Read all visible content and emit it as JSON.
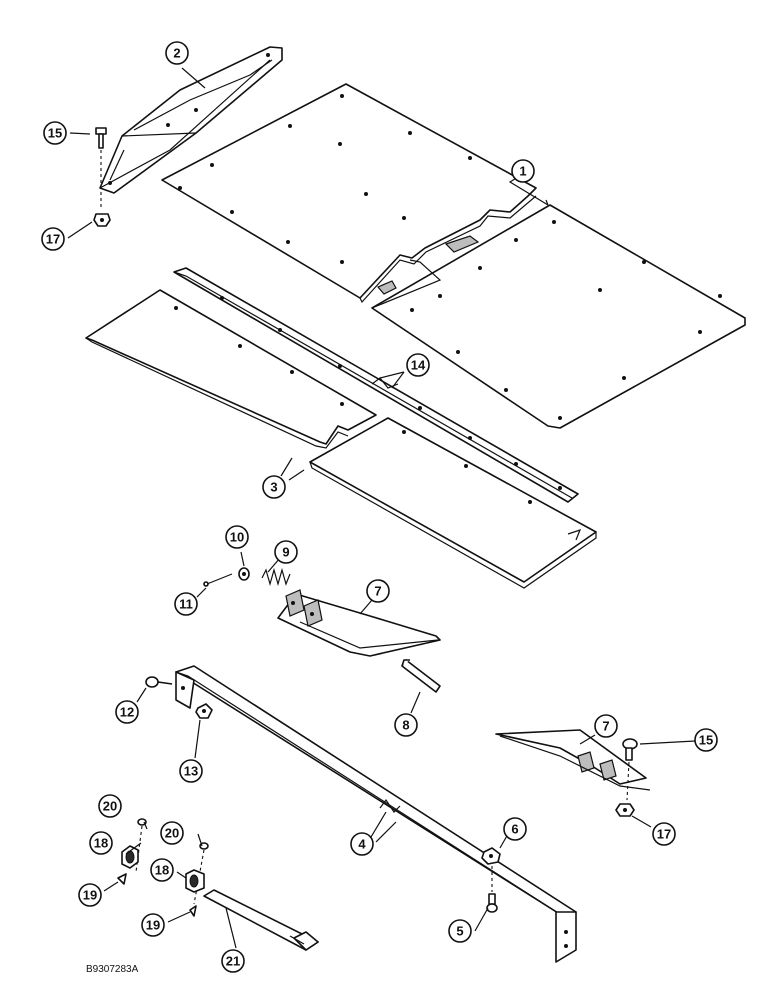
{
  "figure_id": "B9307283A",
  "callouts": [
    {
      "id": "c1",
      "label": "1"
    },
    {
      "id": "c2",
      "label": "2"
    },
    {
      "id": "c3",
      "label": "3"
    },
    {
      "id": "c4",
      "label": "4"
    },
    {
      "id": "c5",
      "label": "5"
    },
    {
      "id": "c6",
      "label": "6"
    },
    {
      "id": "c7a",
      "label": "7"
    },
    {
      "id": "c7b",
      "label": "7"
    },
    {
      "id": "c8",
      "label": "8"
    },
    {
      "id": "c9",
      "label": "9"
    },
    {
      "id": "c10",
      "label": "10"
    },
    {
      "id": "c11",
      "label": "11"
    },
    {
      "id": "c12",
      "label": "12"
    },
    {
      "id": "c13",
      "label": "13"
    },
    {
      "id": "c14",
      "label": "14"
    },
    {
      "id": "c15a",
      "label": "15"
    },
    {
      "id": "c15b",
      "label": "15"
    },
    {
      "id": "c17a",
      "label": "17"
    },
    {
      "id": "c17b",
      "label": "17"
    },
    {
      "id": "c18a",
      "label": "18"
    },
    {
      "id": "c18b",
      "label": "18"
    },
    {
      "id": "c19a",
      "label": "19"
    },
    {
      "id": "c19b",
      "label": "19"
    },
    {
      "id": "c20a",
      "label": "20"
    },
    {
      "id": "c20b",
      "label": "20"
    },
    {
      "id": "c21",
      "label": "21"
    }
  ]
}
